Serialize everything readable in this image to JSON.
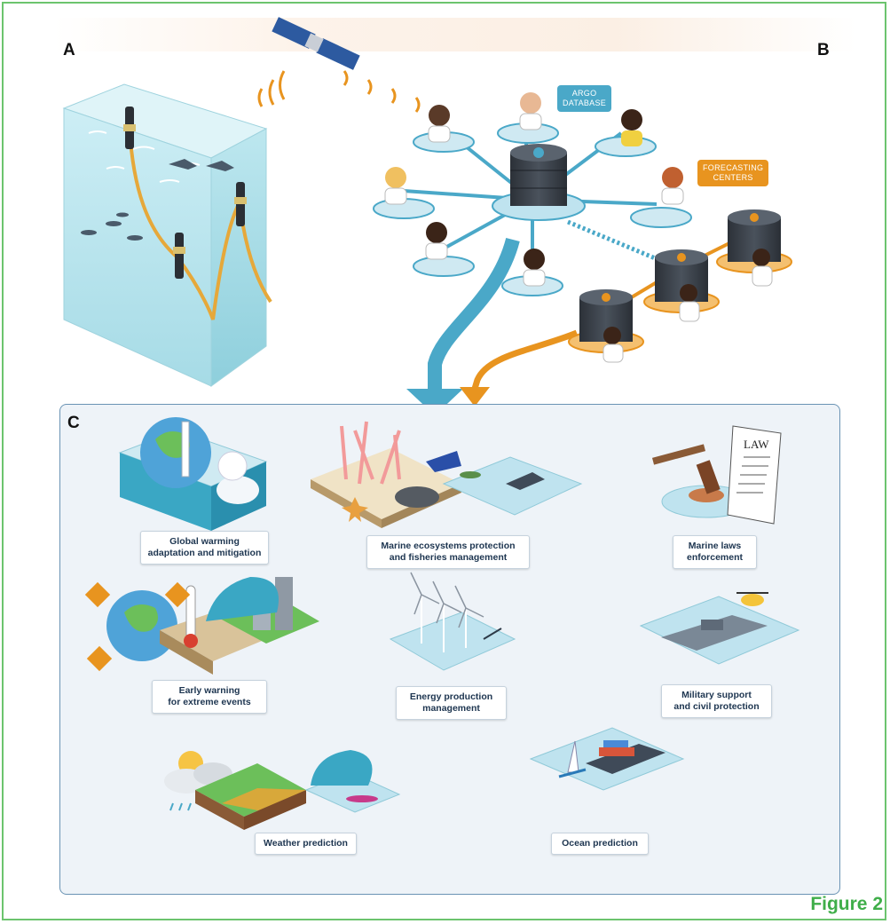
{
  "panels": {
    "a": "A",
    "b": "B",
    "c": "C"
  },
  "figure_label": "Figure 2",
  "network": {
    "argo_database": [
      "ARGO",
      "DATABASE"
    ],
    "forecasting_centers": [
      "FORECASTING",
      "CENTERS"
    ]
  },
  "applications": [
    {
      "id": "global-warming",
      "lines": [
        "Global warming",
        "adaptation and mitigation"
      ]
    },
    {
      "id": "marine-ecosystems",
      "lines": [
        "Marine ecosystems protection",
        "and fisheries management"
      ]
    },
    {
      "id": "marine-laws",
      "lines": [
        "Marine laws",
        "enforcement"
      ]
    },
    {
      "id": "early-warning",
      "lines": [
        "Early warning",
        "for extreme events"
      ]
    },
    {
      "id": "energy-production",
      "lines": [
        "Energy production",
        "management"
      ]
    },
    {
      "id": "military-support",
      "lines": [
        "Military support",
        "and civil protection"
      ]
    },
    {
      "id": "weather-prediction",
      "lines": [
        "Weather prediction"
      ]
    },
    {
      "id": "ocean-prediction",
      "lines": [
        "Ocean prediction"
      ]
    }
  ],
  "illustration_text": {
    "law_scroll": "LAW"
  },
  "colors": {
    "frame": "#6cc46e",
    "argo_blue": "#4aa8c8",
    "forecast_orange": "#e8941f",
    "panel_border": "#6a93b4"
  }
}
